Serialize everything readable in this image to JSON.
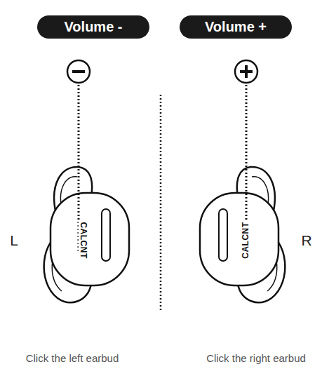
{
  "diagram": {
    "nodes": [
      {
        "text": [
          "Volume -"
        ]
      },
      {
        "text": [
          "Volume +"
        ]
      }
    ],
    "labels": [
      "L",
      "CALCNT",
      "CALCNT",
      "R",
      "Click the left earbud",
      "Click the right earbud"
    ]
  }
}
